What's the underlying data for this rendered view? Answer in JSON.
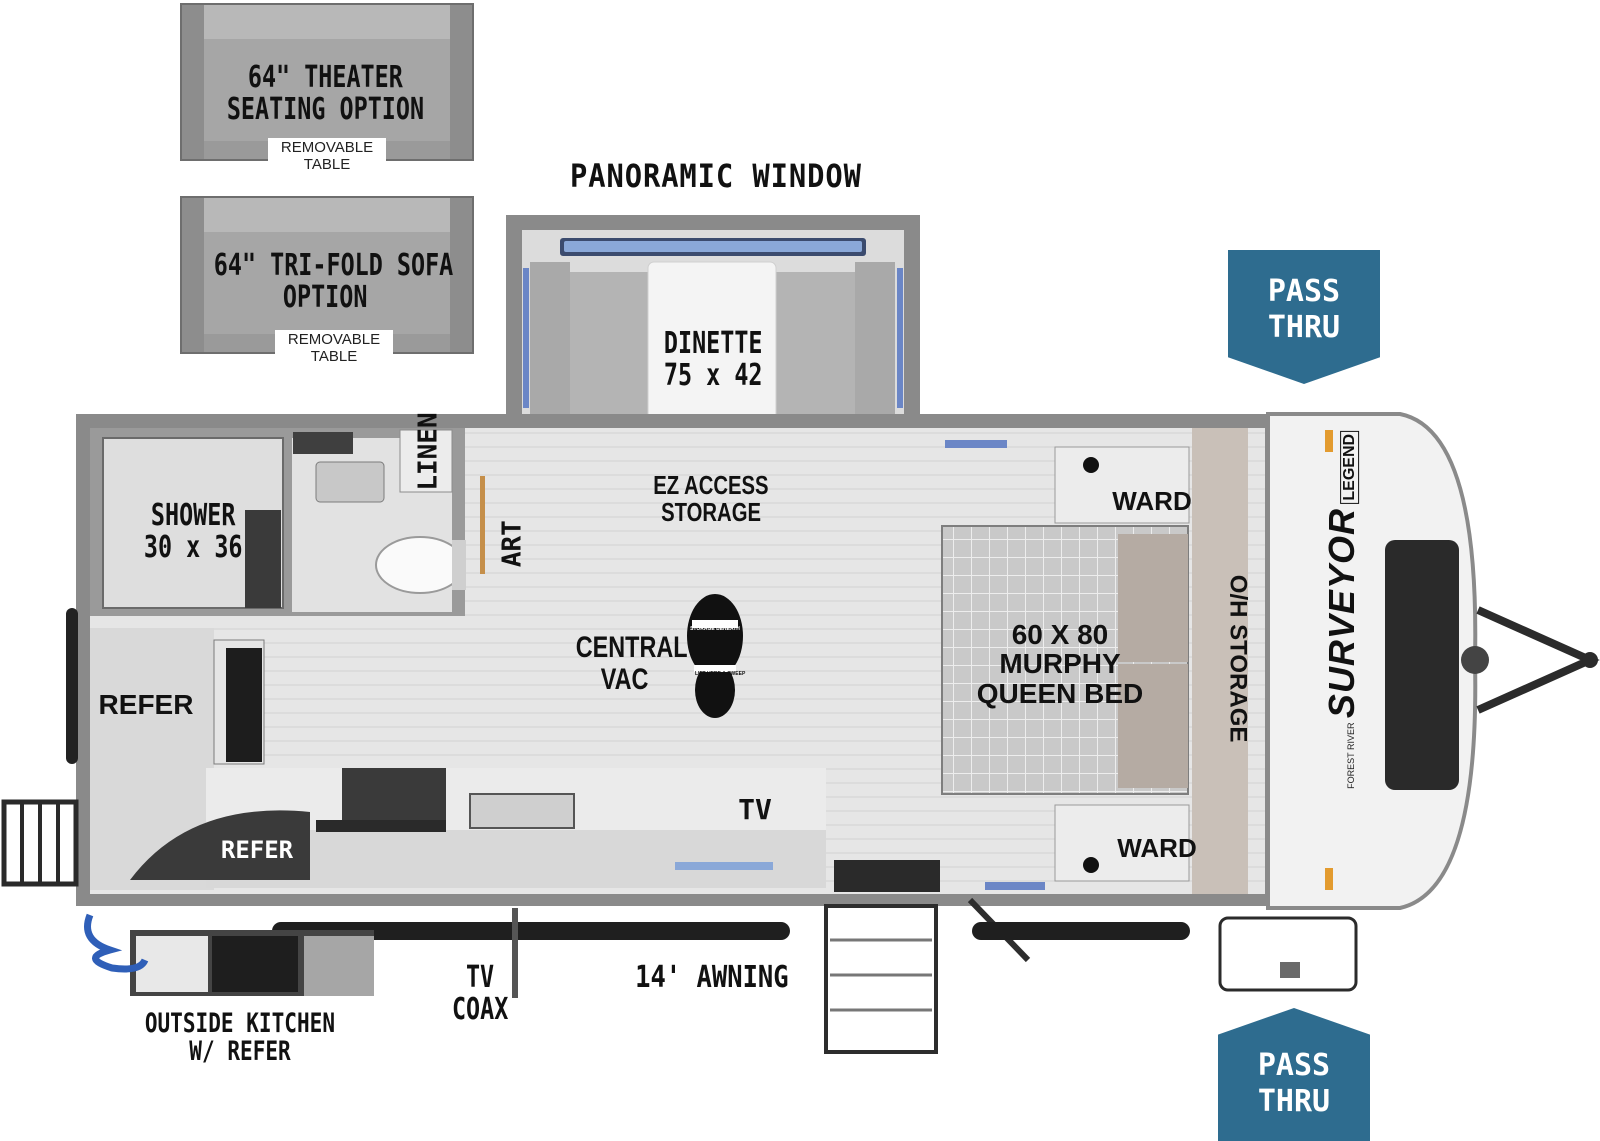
{
  "labels": {
    "panoramic_window": "PANORAMIC WINDOW",
    "theater_line1": "64\" THEATER",
    "theater_line2": "SEATING OPTION",
    "theater_table_1": "REMOVABLE",
    "theater_table_2": "TABLE",
    "trifold_line1": "64\" TRI-FOLD SOFA",
    "trifold_line2": "OPTION",
    "trifold_table_1": "REMOVABLE",
    "trifold_table_2": "TABLE",
    "dinette_1": "DINETTE",
    "dinette_2": "75 x 42",
    "ez_access_1": "EZ ACCESS",
    "ez_access_2": "STORAGE",
    "linen": "LINEN",
    "art": "ART",
    "shower_1": "SHOWER",
    "shower_2": "30 x 36",
    "central_vac_1": "CENTRAL",
    "central_vac_2": "VAC",
    "boot_top": "STORAGE BENEATH",
    "boot_bottom": "LIFT HERE & SWEEP",
    "refer_left": "REFER",
    "refer_lower": "REFER",
    "tv": "TV",
    "ward_top": "WARD",
    "ward_bottom": "WARD",
    "bed_1": "60 X 80",
    "bed_2": "MURPHY",
    "bed_3": "QUEEN BED",
    "oh_storage": "O/H STORAGE",
    "pass_thru_top_1": "PASS",
    "pass_thru_top_2": "THRU",
    "pass_thru_bottom_1": "PASS",
    "pass_thru_bottom_2": "THRU",
    "outside_kitchen_1": "OUTSIDE KITCHEN",
    "outside_kitchen_2": "W/ REFER",
    "tv_coax_1": "TV",
    "tv_coax_2": "COAX",
    "awning": "14' AWNING"
  },
  "branding": {
    "small": "FOREST RIVER",
    "main": "SURVEYOR",
    "sub": "LEGEND"
  },
  "colors": {
    "wall": "#8a8a8a",
    "floor": "#e4e4e4",
    "badge": "#2e6c8f",
    "accent_blue": "#5b78b8"
  }
}
